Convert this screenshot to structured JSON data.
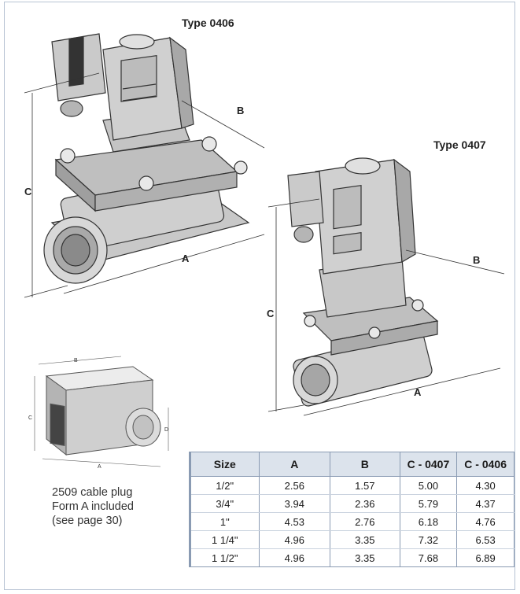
{
  "labels": {
    "type_0406": "Type 0406",
    "type_0407": "Type 0407",
    "dim_a": "A",
    "dim_b": "B",
    "dim_c": "C",
    "dim_d": "D"
  },
  "caption": {
    "line1": "2509 cable plug",
    "line2": "Form A included",
    "line3": "(see page 30)"
  },
  "table": {
    "headers": [
      "Size",
      "A",
      "B",
      "C - 0407",
      "C - 0406"
    ],
    "rows": [
      [
        "1/2\"",
        "2.56",
        "1.57",
        "5.00",
        "4.30"
      ],
      [
        "3/4\"",
        "3.94",
        "2.36",
        "5.79",
        "4.37"
      ],
      [
        "1\"",
        "4.53",
        "2.76",
        "6.18",
        "4.76"
      ],
      [
        "1 1/4\"",
        "4.96",
        "3.35",
        "7.32",
        "6.53"
      ],
      [
        "1 1/2\"",
        "4.96",
        "3.35",
        "7.68",
        "6.89"
      ]
    ]
  },
  "colors": {
    "header_bg": "#dce3ec",
    "border": "#8a9bb3",
    "frame": "#b7c3d3",
    "body_grey": "#cfcfcf"
  }
}
